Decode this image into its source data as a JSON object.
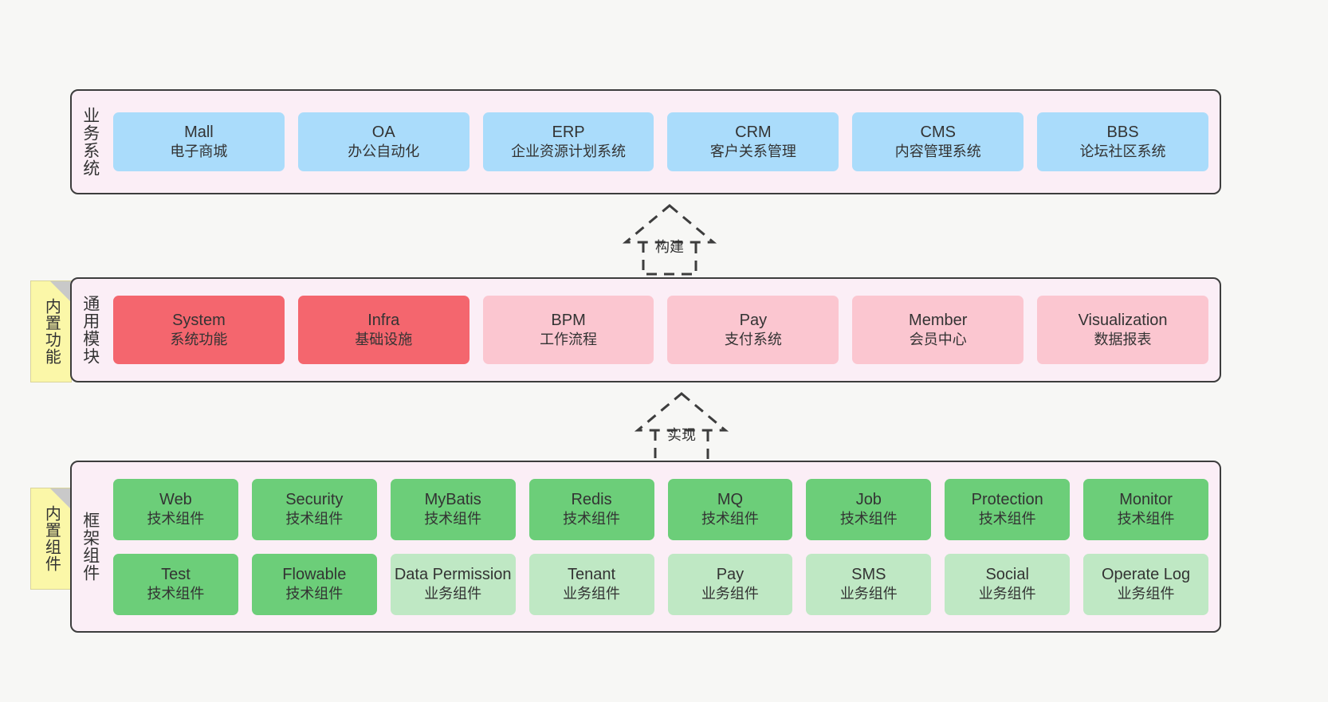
{
  "layers": [
    {
      "id": "business-systems",
      "label": "业务系统",
      "rows": [
        {
          "style": "blue",
          "cards": [
            {
              "title": "Mall",
              "subtitle": "电子商城"
            },
            {
              "title": "OA",
              "subtitle": "办公自动化"
            },
            {
              "title": "ERP",
              "subtitle": "企业资源计划系统"
            },
            {
              "title": "CRM",
              "subtitle": "客户关系管理"
            },
            {
              "title": "CMS",
              "subtitle": "内容管理系统"
            },
            {
              "title": "BBS",
              "subtitle": "论坛社区系统"
            }
          ]
        }
      ]
    },
    {
      "id": "common-modules",
      "label": "通用模块",
      "note": "内置功能",
      "rows": [
        {
          "style": "mixed",
          "cards": [
            {
              "title": "System",
              "subtitle": "系统功能",
              "color": "red"
            },
            {
              "title": "Infra",
              "subtitle": "基础设施",
              "color": "red"
            },
            {
              "title": "BPM",
              "subtitle": "工作流程",
              "color": "pink"
            },
            {
              "title": "Pay",
              "subtitle": "支付系统",
              "color": "pink"
            },
            {
              "title": "Member",
              "subtitle": "会员中心",
              "color": "pink"
            },
            {
              "title": "Visualization",
              "subtitle": "数据报表",
              "color": "pink"
            }
          ]
        }
      ]
    },
    {
      "id": "framework-components",
      "label": "框架组件",
      "note": "内置组件",
      "rows": [
        {
          "style": "mixed",
          "cards": [
            {
              "title": "Web",
              "subtitle": "技术组件",
              "color": "green"
            },
            {
              "title": "Security",
              "subtitle": "技术组件",
              "color": "green"
            },
            {
              "title": "MyBatis",
              "subtitle": "技术组件",
              "color": "green"
            },
            {
              "title": "Redis",
              "subtitle": "技术组件",
              "color": "green"
            },
            {
              "title": "MQ",
              "subtitle": "技术组件",
              "color": "green"
            },
            {
              "title": "Job",
              "subtitle": "技术组件",
              "color": "green"
            },
            {
              "title": "Protection",
              "subtitle": "技术组件",
              "color": "green"
            },
            {
              "title": "Monitor",
              "subtitle": "技术组件",
              "color": "green"
            }
          ]
        },
        {
          "style": "mixed",
          "cards": [
            {
              "title": "Test",
              "subtitle": "技术组件",
              "color": "green"
            },
            {
              "title": "Flowable",
              "subtitle": "技术组件",
              "color": "green"
            },
            {
              "title": "Data Permission",
              "subtitle": "业务组件",
              "color": "lightgreen"
            },
            {
              "title": "Tenant",
              "subtitle": "业务组件",
              "color": "lightgreen"
            },
            {
              "title": "Pay",
              "subtitle": "业务组件",
              "color": "lightgreen"
            },
            {
              "title": "SMS",
              "subtitle": "业务组件",
              "color": "lightgreen"
            },
            {
              "title": "Social",
              "subtitle": "业务组件",
              "color": "lightgreen"
            },
            {
              "title": "Operate Log",
              "subtitle": "业务组件",
              "color": "lightgreen"
            }
          ]
        }
      ]
    }
  ],
  "connectors": [
    {
      "id": "build",
      "label": "构建"
    },
    {
      "id": "implement",
      "label": "实现"
    }
  ],
  "colors": {
    "canvas": "#f7f7f5",
    "layer_fill": "#fbeef6",
    "layer_border": "#3d3d3d",
    "blue": "#aadcfb",
    "red": "#f4666e",
    "pink": "#fbc6d0",
    "green": "#6cce79",
    "light_green": "#bfe8c4",
    "note_fill": "#fbf7a8",
    "note_fold": "#c9c9c9"
  }
}
